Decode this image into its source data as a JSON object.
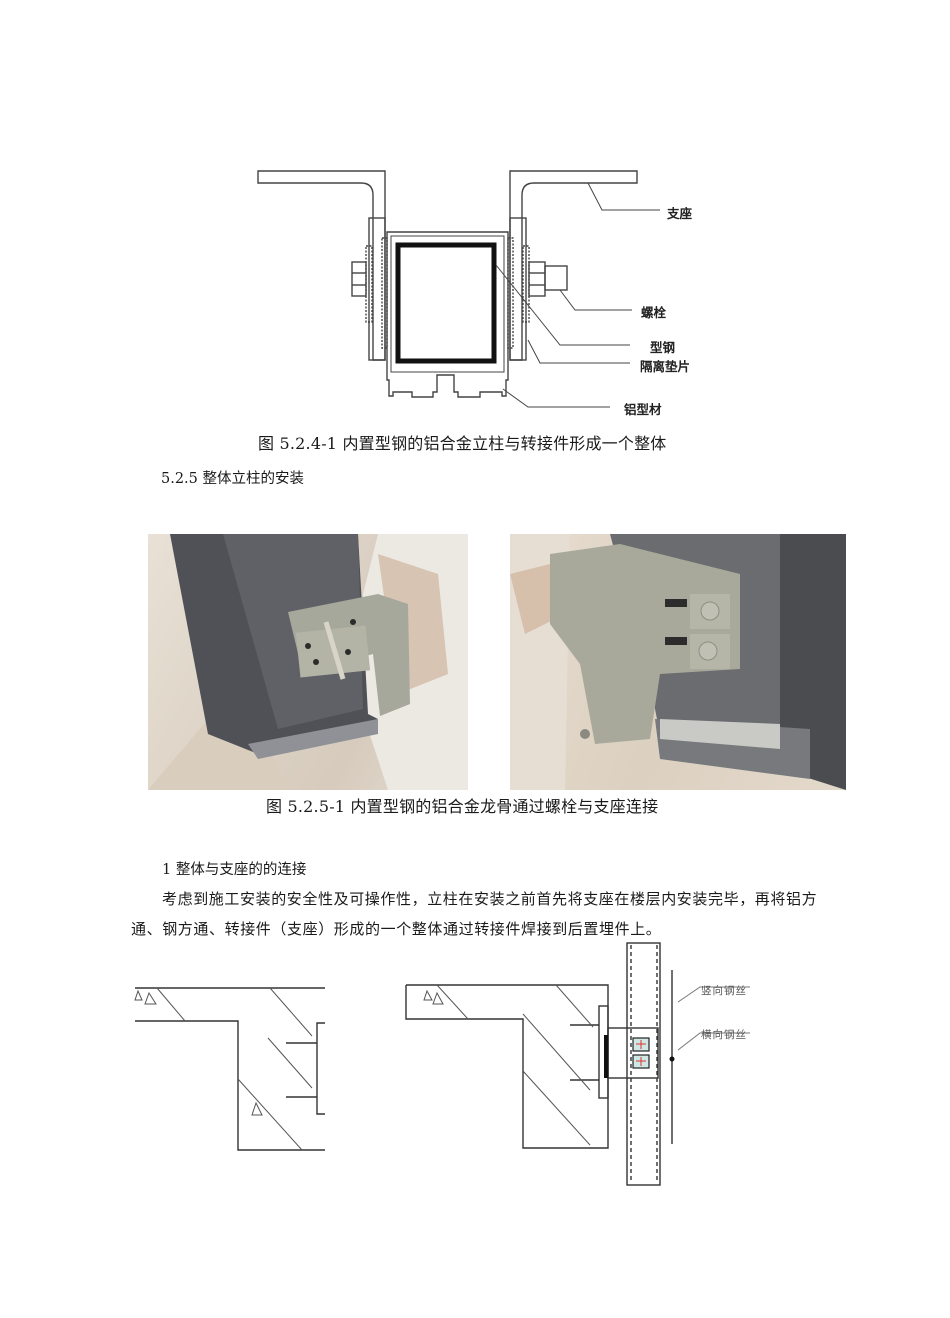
{
  "figure_1": {
    "labels": {
      "bracket": "支座",
      "bolt": "螺栓",
      "steel_section": "型钢",
      "isolation_gasket": "隔离垫片",
      "aluminum_profile": "铝型材"
    },
    "caption": "图 5.2.4-1 内置型钢的铝合金立柱与转接件形成一个整体"
  },
  "section_heading": "5.2.5 整体立柱的安装",
  "figure_2": {
    "photos": [
      {
        "description": "left-photo-bracket-bolt-connection"
      },
      {
        "description": "right-photo-bracket-bolt-connection"
      }
    ],
    "caption": "图 5.2.5-1 内置型钢的铝合金龙骨通过螺栓与支座连接"
  },
  "subsection_heading": "1 整体与支座的的连接",
  "paragraph": {
    "line1": "考虑到施工安装的安全性及可操作性，立柱在安装之前首先将支座在楼层内安装完毕，再将铝方",
    "line2": "通、钢方通、转接件（支座）形成的一个整体通过转接件焊接到后置埋件上。"
  },
  "figure_3": {
    "labels": {
      "vertical_wire": "竖向钢丝",
      "horizontal_wire": "横向钢丝"
    }
  },
  "colors": {
    "text": "#1a1a1a",
    "line": "#333333",
    "steel_dark": "#4a4c50",
    "concrete": "#e8ddd0",
    "paint": "#a8a89a"
  }
}
